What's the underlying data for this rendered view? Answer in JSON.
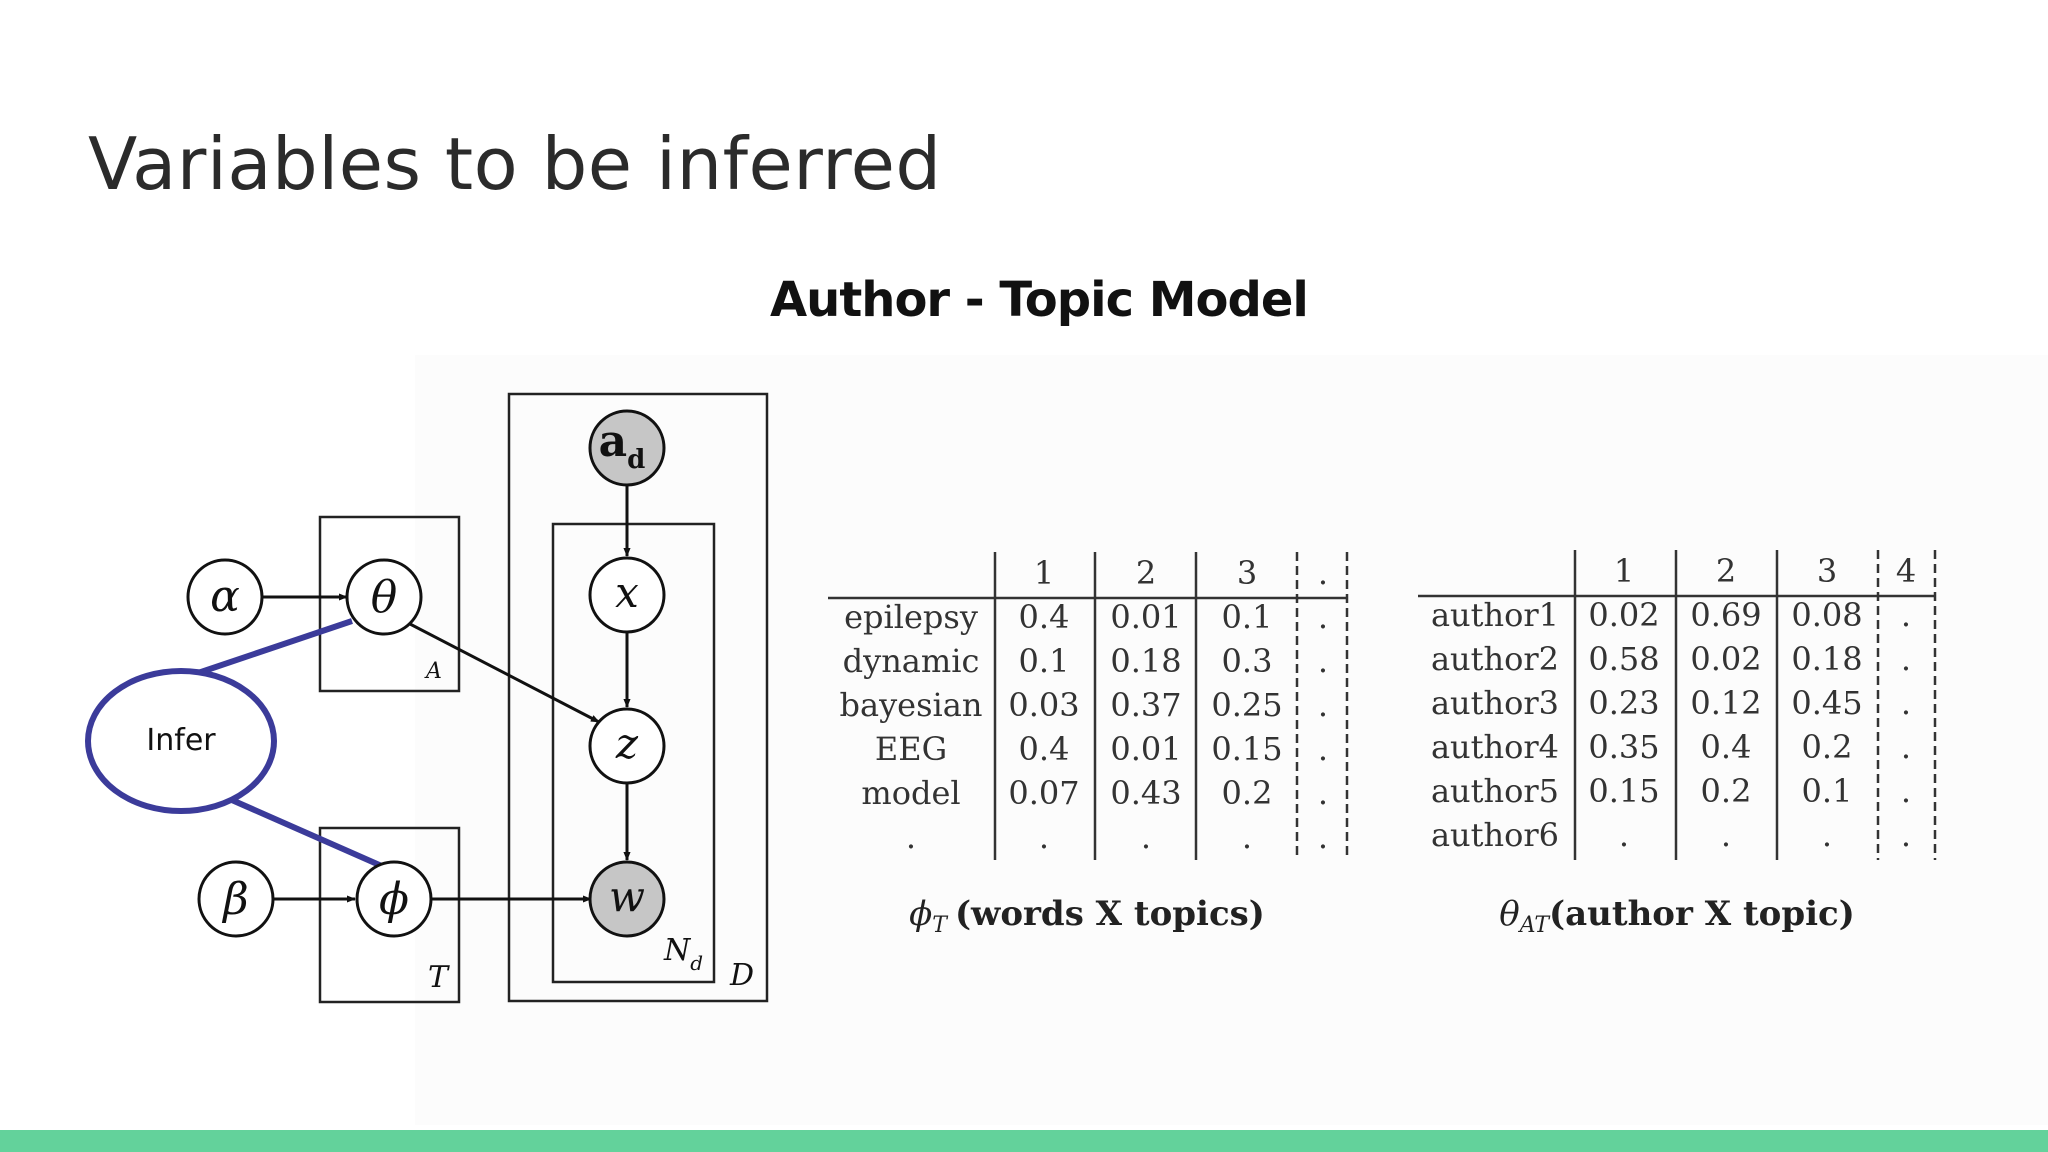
{
  "slide": {
    "title": "Variables to be inferred",
    "subtitle": "Author - Topic Model",
    "accent_color": "#63d29b"
  },
  "diagram": {
    "nodes": {
      "alpha": "α",
      "theta": "θ",
      "beta": "β",
      "phi": "ϕ",
      "a": "a",
      "a_sub": "d",
      "x": "x",
      "z": "z",
      "w": "w"
    },
    "plates": {
      "A": "A",
      "T": "T",
      "D": "D",
      "N": "N",
      "N_sub": "d"
    },
    "infer_label": "Infer",
    "infer_color": "#3b3b9a"
  },
  "tables": {
    "phi_table": {
      "headers": [
        "1",
        "2",
        "3",
        "."
      ],
      "rows": [
        {
          "label": "epilepsy",
          "values": [
            "0.4",
            "0.01",
            "0.1",
            "."
          ]
        },
        {
          "label": "dynamic",
          "values": [
            "0.1",
            "0.18",
            "0.3",
            "."
          ]
        },
        {
          "label": "bayesian",
          "values": [
            "0.03",
            "0.37",
            "0.25",
            "."
          ]
        },
        {
          "label": "EEG",
          "values": [
            "0.4",
            "0.01",
            "0.15",
            "."
          ]
        },
        {
          "label": "model",
          "values": [
            "0.07",
            "0.43",
            "0.2",
            "."
          ]
        },
        {
          "label": ".",
          "values": [
            ".",
            ".",
            ".",
            "."
          ]
        }
      ],
      "caption_symbol": "ϕ",
      "caption_sub": "T",
      "caption_text": "(words X topics)"
    },
    "theta_table": {
      "headers": [
        "1",
        "2",
        "3",
        "4"
      ],
      "rows": [
        {
          "label": "author1",
          "values": [
            "0.02",
            "0.69",
            "0.08",
            "."
          ]
        },
        {
          "label": "author2",
          "values": [
            "0.58",
            "0.02",
            "0.18",
            "."
          ]
        },
        {
          "label": "author3",
          "values": [
            "0.23",
            "0.12",
            "0.45",
            "."
          ]
        },
        {
          "label": "author4",
          "values": [
            "0.35",
            "0.4",
            "0.2",
            "."
          ]
        },
        {
          "label": "author5",
          "values": [
            "0.15",
            "0.2",
            "0.1",
            "."
          ]
        },
        {
          "label": "author6",
          "values": [
            ".",
            ".",
            ".",
            "."
          ]
        }
      ],
      "caption_symbol": "θ",
      "caption_sub": "AT",
      "caption_text": "(author X topic)"
    }
  }
}
